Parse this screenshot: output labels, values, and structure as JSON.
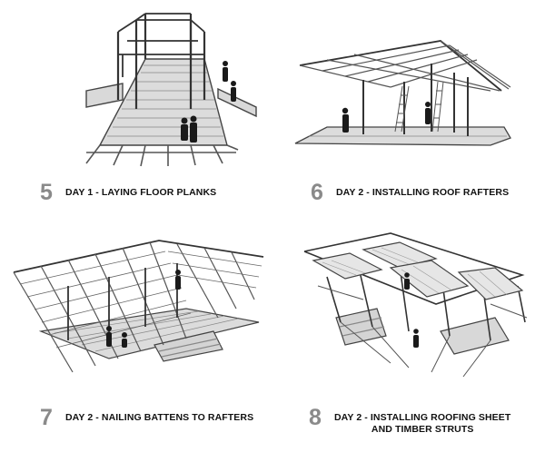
{
  "steps": [
    {
      "number": "5",
      "line1": "DAY 1 - LAYING FLOOR PLANKS",
      "line2": ""
    },
    {
      "number": "6",
      "line1": "DAY 2 - INSTALLING ROOF RAFTERS",
      "line2": ""
    },
    {
      "number": "7",
      "line1": "DAY 2 - NAILING BATTENS TO RAFTERS",
      "line2": ""
    },
    {
      "number": "8",
      "line1": "DAY 2 - INSTALLING ROOFING SHEET",
      "line2": "AND TIMBER STRUTS"
    }
  ],
  "colors": {
    "number": "#8a8a8a",
    "text": "#111111",
    "frame": "#444444",
    "plank": "#cfcfcf",
    "figure": "#1a1a1a",
    "sheet": "#e6e6e6"
  }
}
